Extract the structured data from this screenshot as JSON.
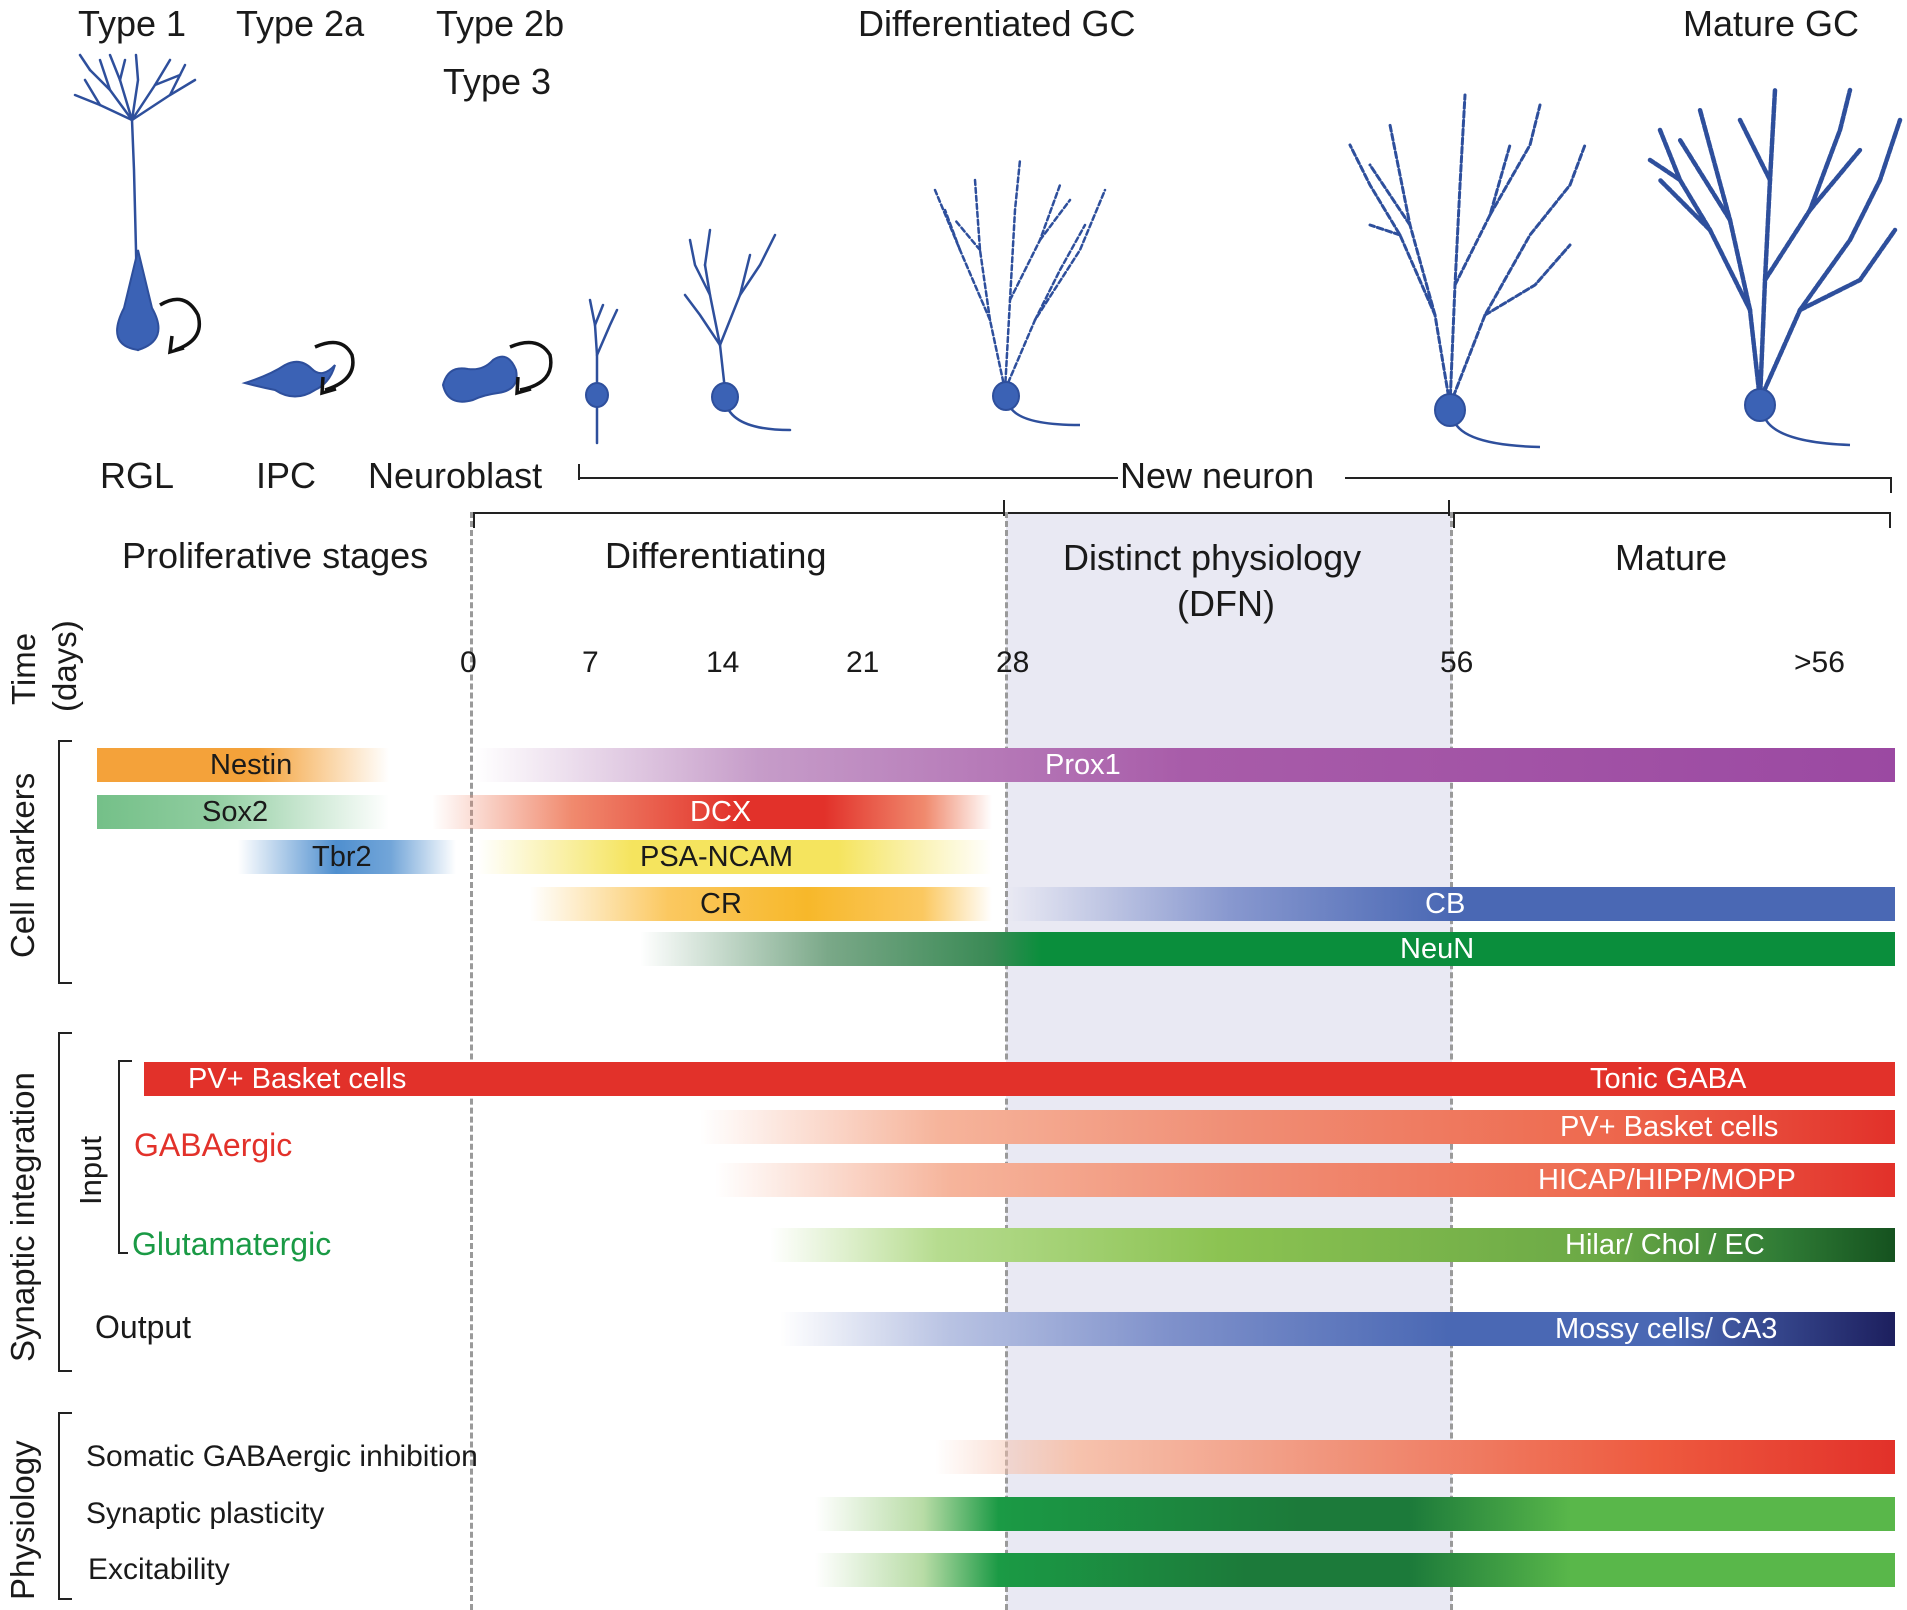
{
  "header": {
    "type1": "Type 1",
    "type2a": "Type 2a",
    "type2b": "Type 2b",
    "type3": "Type 3",
    "differentiated_gc": "Differentiated GC",
    "mature_gc": "Mature GC"
  },
  "stages": {
    "rgl": "RGL",
    "ipc": "IPC",
    "neuroblast": "Neuroblast",
    "new_neuron": "New neuron"
  },
  "phases": {
    "proliferative": "Proliferative stages",
    "differentiating": "Differentiating",
    "distinct_line1": "Distinct physiology",
    "distinct_line2": "(DFN)",
    "mature": "Mature"
  },
  "time": {
    "label_line1": "Time",
    "label_line2": "(days)",
    "ticks": [
      "0",
      "7",
      "14",
      "21",
      "28",
      "56",
      ">56"
    ]
  },
  "sections": {
    "cell_markers": "Cell markers",
    "synaptic_integration": "Synaptic integration",
    "physiology": "Physiology",
    "input": "Input",
    "gabaergic": "GABAergic",
    "glutamatergic": "Glutamatergic",
    "output": "Output"
  },
  "markers": [
    {
      "label": "Nestin",
      "color": "#f4a23a"
    },
    {
      "label": "Sox2",
      "color": "#74c088"
    },
    {
      "label": "Tbr2",
      "color": "#4f8fcf"
    },
    {
      "label": "Prox1",
      "color": "#9b49a2"
    },
    {
      "label": "DCX",
      "color": "#e2312a"
    },
    {
      "label": "PSA-NCAM",
      "color": "#f5e45e"
    },
    {
      "label": "CR",
      "color": "#f7b82a"
    },
    {
      "label": "CB",
      "color": "#4a68b4"
    },
    {
      "label": "NeuN",
      "color": "#0a8e3c"
    }
  ],
  "synaptic": {
    "pv_basket_1": "PV+ Basket cells",
    "tonic_gaba": "Tonic GABA",
    "pv_basket_2": "PV+ Basket cells",
    "hicap": "HICAP/HIPP/MOPP",
    "hilar": "Hilar/ Chol / EC",
    "mossy": "Mossy cells/ CA3"
  },
  "physiology": {
    "somatic": "Somatic GABAergic inhibition",
    "plasticity": "Synaptic plasticity",
    "excitability": "Excitability"
  },
  "colors": {
    "neuron": "#2e4f9c",
    "red": "#e2312a",
    "green": "#1a9a45",
    "dfn_band": "#e9e9f3"
  }
}
